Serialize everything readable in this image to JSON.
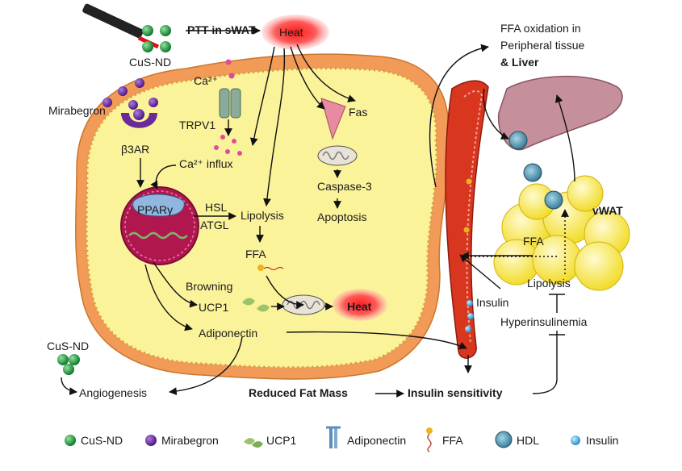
{
  "labels": {
    "ptt": "PTT in sWAT",
    "heat_top": "Heat",
    "cus_nd_top": "CuS-ND",
    "ca2_top": "Ca²⁺",
    "mirabegron": "Mirabegron",
    "trpv1": "TRPV1",
    "b3ar": "β3AR",
    "ca_influx": "Ca²⁺ influx",
    "fas": "Fas",
    "caspase": "Caspase-3",
    "apoptosis": "Apoptosis",
    "ppar": "PPARγ",
    "hsl": "HSL",
    "atgl": "ATGL",
    "lipolysis_cell": "Lipolysis",
    "ffa_cell": "FFA",
    "browning": "Browning",
    "ucp1": "UCP1",
    "heat_cell": "Heat",
    "adiponectin": "Adiponectin",
    "cus_nd_bottom": "CuS-ND",
    "angiogenesis": "Angiogenesis",
    "reduced_fat": "Reduced Fat Mass",
    "insulin_sens": "Insulin sensitivity",
    "insulin_vessel": "Insulin",
    "hyperinsulinemia": "Hyperinsulinemia",
    "lipolysis_vwat": "Lipolysis",
    "ffa_vwat": "FFA",
    "vwat": "vWAT",
    "ffa_ox_1": "FFA oxidation in",
    "ffa_ox_2": "Peripheral tissue",
    "ffa_ox_3": "& Liver"
  },
  "legend": [
    {
      "icon": "green-sphere-icon",
      "label": "CuS-ND"
    },
    {
      "icon": "purple-sphere-icon",
      "label": "Mirabegron"
    },
    {
      "icon": "ucp1-icon",
      "label": "UCP1"
    },
    {
      "icon": "adiponectin-icon",
      "label": "Adiponectin"
    },
    {
      "icon": "ffa-icon",
      "label": "FFA"
    },
    {
      "icon": "hdl-icon",
      "label": "HDL"
    },
    {
      "icon": "insulin-icon",
      "label": "Insulin"
    }
  ],
  "colors": {
    "cus_green": "#1f8f3a",
    "mirabegron_purple": "#6a2a9a",
    "cell_fill": "#fbf39a",
    "membrane": "#e8a25a",
    "vessel": "#d8361f",
    "heat": "#ff3030",
    "nucleus": "#b0174e",
    "liver": "#c58f9c"
  }
}
